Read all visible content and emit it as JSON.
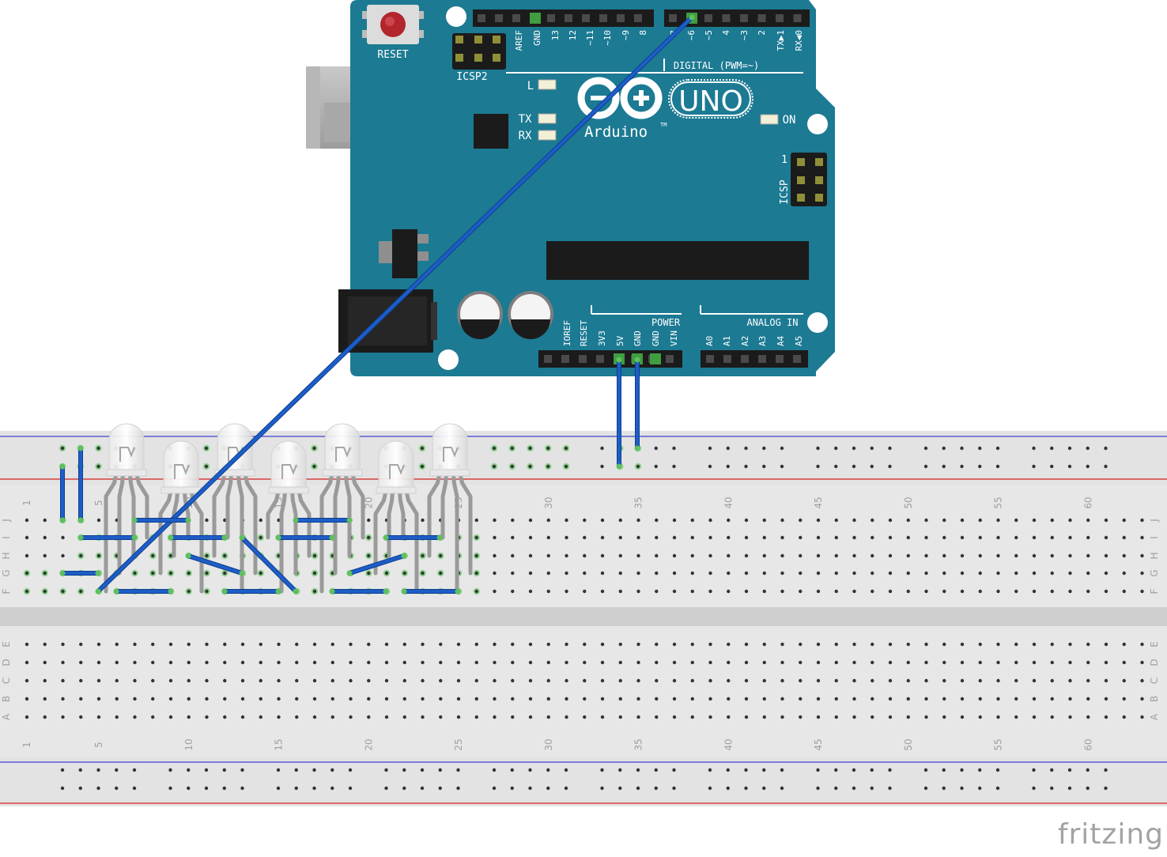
{
  "watermark": "fritzing",
  "arduino": {
    "reset_label": "RESET",
    "icsp2_label": "ICSP2",
    "icsp_label": "ICSP",
    "icsp_pin1": "1",
    "digital_label": "DIGITAL (PWM=~)",
    "digital_pins_left": [
      "AREF",
      "GND",
      "13",
      "12",
      "~11",
      "~10",
      "~9",
      "8"
    ],
    "digital_pins_right": [
      "7",
      "~6",
      "~5",
      "4",
      "~3",
      "2",
      "TX▶1",
      "RX◀0"
    ],
    "led_l": "L",
    "led_tx": "TX",
    "led_rx": "RX",
    "led_on": "ON",
    "logo_model": "UNO",
    "logo_brand": "Arduino",
    "logo_tm": "TM",
    "power_label": "POWER",
    "power_pins": [
      "IOREF",
      "RESET",
      "3V3",
      "5V",
      "GND",
      "GND",
      "VIN"
    ],
    "analog_label": "ANALOG IN",
    "analog_pins": [
      "A0",
      "A1",
      "A2",
      "A3",
      "A4",
      "A5"
    ]
  },
  "breadboard": {
    "column_numbers": [
      "1",
      "5",
      "10",
      "15",
      "20",
      "25",
      "30",
      "35",
      "40",
      "45",
      "50",
      "55",
      "60"
    ],
    "top_row_letters": [
      "J",
      "I",
      "H",
      "G",
      "F"
    ],
    "bottom_row_letters": [
      "E",
      "D",
      "C",
      "B",
      "A"
    ]
  },
  "components": {
    "led_type": "rgb-led",
    "led_count": 7,
    "wire_color": "#1d5dc7",
    "board_color": "#1c7a93"
  }
}
